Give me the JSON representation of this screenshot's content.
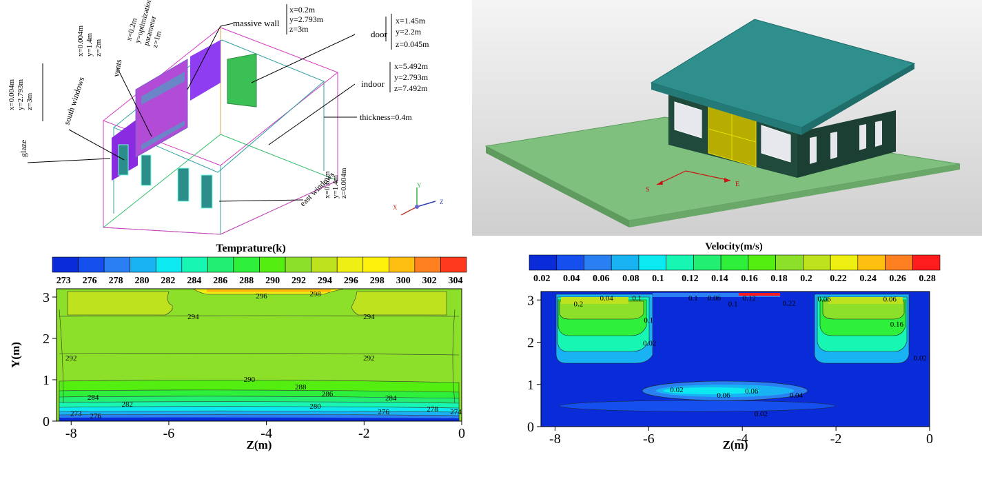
{
  "schematic": {
    "massive_wall": {
      "label": "massive wall",
      "dims": [
        "x=0.2m",
        "y=2.793m",
        "z=3m"
      ]
    },
    "door": {
      "label": "door",
      "dims": [
        "x=1.45m",
        "y=2.2m",
        "z=0.045m"
      ]
    },
    "indoor": {
      "label": "indoor",
      "dims": [
        "x=5.492m",
        "y=2.793m",
        "z=7.492m"
      ]
    },
    "thickness": {
      "label": "thickness=0.4m"
    },
    "east_windows": {
      "label": "east windows",
      "dims": [
        "x=0.61m",
        "y=1.4m",
        "z=0.004m"
      ]
    },
    "south_windows": {
      "label": "south windows",
      "dims": [
        "x=0.004m",
        "y=1.4m",
        "z=2m"
      ]
    },
    "vents": {
      "label": "vents",
      "dims": [
        "x=0.2m",
        "y=optimization",
        "parameter",
        "z=1m"
      ]
    },
    "glaze": {
      "label": "glaze",
      "dims": [
        "x=0.004m",
        "y=2.793m",
        "z=3m"
      ]
    },
    "axes": {
      "x": "X",
      "y": "Y",
      "z": "Z"
    }
  },
  "render": {
    "compass": {
      "south": "S",
      "east": "E"
    }
  },
  "colors": {
    "roof": "#2e8f8c",
    "walls": "#1f4a3c",
    "ground": "#7fc07f",
    "door": "#b6ad00",
    "compass": "#cc1111",
    "field_bg": "#8ce02a",
    "field_low": "#1a2bff"
  },
  "chart_data": [
    {
      "type": "heatmap",
      "title": "Temprature(k)",
      "xlabel": "Z(m)",
      "ylabel": "Y(m)",
      "xlim": [
        -8.3,
        0
      ],
      "ylim": [
        0,
        3.2
      ],
      "x_ticks": [
        "-8",
        "-6",
        "-4",
        "-2",
        "0"
      ],
      "y_ticks": [
        "0",
        "1",
        "2",
        "3"
      ],
      "legend_values": [
        "273",
        "276",
        "278",
        "280",
        "282",
        "284",
        "286",
        "288",
        "290",
        "292",
        "294",
        "296",
        "298",
        "300",
        "302",
        "304"
      ],
      "legend_colors": [
        "#0a2bd8",
        "#1550ee",
        "#2a80f2",
        "#19b3f4",
        "#0ce9f1",
        "#18f6b4",
        "#22ee72",
        "#2ef03a",
        "#54ee10",
        "#8ce02a",
        "#bfe21e",
        "#eef014",
        "#fff20a",
        "#ffbf10",
        "#ff8020",
        "#ff3a1c"
      ],
      "contour_labels": [
        {
          "text": "296",
          "z": -4.1,
          "y": 3.0
        },
        {
          "text": "298",
          "z": -3.0,
          "y": 3.05
        },
        {
          "text": "294",
          "z": -5.5,
          "y": 2.5
        },
        {
          "text": "294",
          "z": -1.9,
          "y": 2.5
        },
        {
          "text": "292",
          "z": -8.0,
          "y": 1.5
        },
        {
          "text": "292",
          "z": -1.9,
          "y": 1.5
        },
        {
          "text": "290",
          "z": -4.35,
          "y": 0.98
        },
        {
          "text": "288",
          "z": -3.3,
          "y": 0.8
        },
        {
          "text": "286",
          "z": -2.75,
          "y": 0.63
        },
        {
          "text": "284",
          "z": -7.55,
          "y": 0.55
        },
        {
          "text": "284",
          "z": -1.45,
          "y": 0.53
        },
        {
          "text": "282",
          "z": -6.85,
          "y": 0.38
        },
        {
          "text": "280",
          "z": -3.0,
          "y": 0.33
        },
        {
          "text": "278",
          "z": -0.6,
          "y": 0.27
        },
        {
          "text": "276",
          "z": -1.6,
          "y": 0.2
        },
        {
          "text": "273",
          "z": -7.9,
          "y": 0.16
        },
        {
          "text": "276",
          "z": -7.5,
          "y": 0.1
        },
        {
          "text": "274",
          "z": -0.12,
          "y": 0.2
        }
      ]
    },
    {
      "type": "heatmap",
      "title": "Velocity(m/s)",
      "xlabel": "Z(m)",
      "ylabel": "",
      "xlim": [
        -8.3,
        0
      ],
      "ylim": [
        0,
        3.2
      ],
      "x_ticks": [
        "-8",
        "-6",
        "-4",
        "-2",
        "0"
      ],
      "y_ticks": [
        "0",
        "1",
        "2",
        "3"
      ],
      "legend_values": [
        "0.02",
        "0.04",
        "0.06",
        "0.08",
        "0.1",
        "0.12",
        "0.14",
        "0.16",
        "0.18",
        "0.2",
        "0.22",
        "0.24",
        "0.26",
        "0.28"
      ],
      "legend_colors": [
        "#0a2bd8",
        "#1550ee",
        "#2a80f2",
        "#19b3f4",
        "#0ce9f1",
        "#18f6b4",
        "#22ee72",
        "#2ef03a",
        "#54ee10",
        "#8ce02a",
        "#bfe21e",
        "#eef014",
        "#ffbf10",
        "#ff8020",
        "#ff1c1c"
      ],
      "contour_labels": [
        {
          "text": "0.04",
          "z": -6.9,
          "y": 3.02
        },
        {
          "text": "0.1",
          "z": -6.25,
          "y": 3.02
        },
        {
          "text": "0.1",
          "z": -5.05,
          "y": 3.02
        },
        {
          "text": "0.06",
          "z": -4.6,
          "y": 3.02
        },
        {
          "text": "0.12",
          "z": -3.85,
          "y": 3.02
        },
        {
          "text": "0.1",
          "z": -4.2,
          "y": 2.88
        },
        {
          "text": "0.22",
          "z": -3.0,
          "y": 2.9
        },
        {
          "text": "0.06",
          "z": -2.25,
          "y": 3.0
        },
        {
          "text": "0.06",
          "z": -0.85,
          "y": 3.0
        },
        {
          "text": "0.2",
          "z": -7.5,
          "y": 2.88
        },
        {
          "text": "0.1",
          "z": -6.0,
          "y": 2.5
        },
        {
          "text": "0.02",
          "z": -5.98,
          "y": 1.95
        },
        {
          "text": "0.16",
          "z": -0.7,
          "y": 2.4
        },
        {
          "text": "0.02",
          "z": -0.2,
          "y": 1.6
        },
        {
          "text": "0.02",
          "z": -5.4,
          "y": 0.85
        },
        {
          "text": "0.06",
          "z": -4.4,
          "y": 0.72
        },
        {
          "text": "0.06",
          "z": -3.8,
          "y": 0.82
        },
        {
          "text": "0.04",
          "z": -2.85,
          "y": 0.72
        },
        {
          "text": "0.02",
          "z": -3.6,
          "y": 0.28
        }
      ]
    }
  ]
}
